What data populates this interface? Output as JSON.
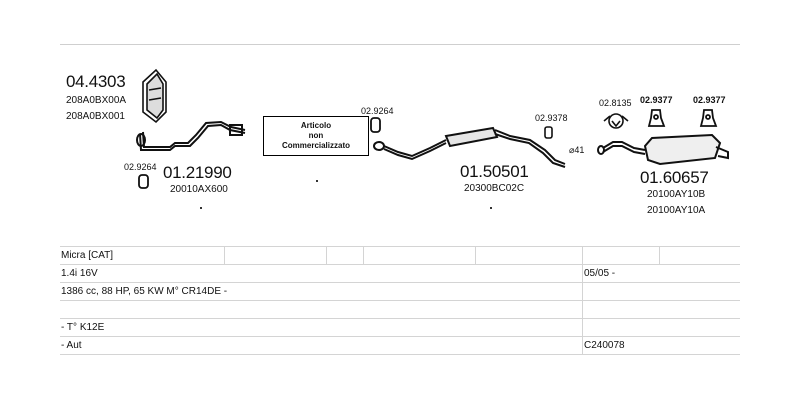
{
  "parts": {
    "catalyst": {
      "code": "04.4303",
      "refs": [
        "208A0BX00A",
        "208A0BX001"
      ]
    },
    "front_pipe": {
      "code": "01.21990",
      "refs": [
        "20010AX600"
      ]
    },
    "gasket_front": {
      "code": "02.9264"
    },
    "gasket_center": {
      "code": "02.9264"
    },
    "not_sold_note": [
      "Articolo",
      "non",
      "Commercializzato"
    ],
    "center_silencer": {
      "code": "01.50501",
      "refs": [
        "20300BC02C"
      ]
    },
    "clamp_center": {
      "code": "02.9378"
    },
    "diameter_mark": "⌀41",
    "gasket_rear": {
      "code": "02.8135"
    },
    "rubber_1": {
      "code": "02.9377"
    },
    "rubber_2": {
      "code": "02.9377"
    },
    "rear_silencer": {
      "code": "01.60657",
      "refs": [
        "20100AY10B",
        "20100AY10A"
      ]
    }
  },
  "info_rows": [
    {
      "left": "Micra  [CAT]",
      "right": ""
    },
    {
      "left": "1.4i 16V",
      "right": "05/05 -"
    },
    {
      "left": "1386 cc, 88 HP, 65 KW M° CR14DE -",
      "right": ""
    },
    {
      "left": "",
      "right": ""
    },
    {
      "left": "- T° K12E",
      "right": ""
    },
    {
      "left": "- Aut",
      "right": "C240078"
    }
  ]
}
